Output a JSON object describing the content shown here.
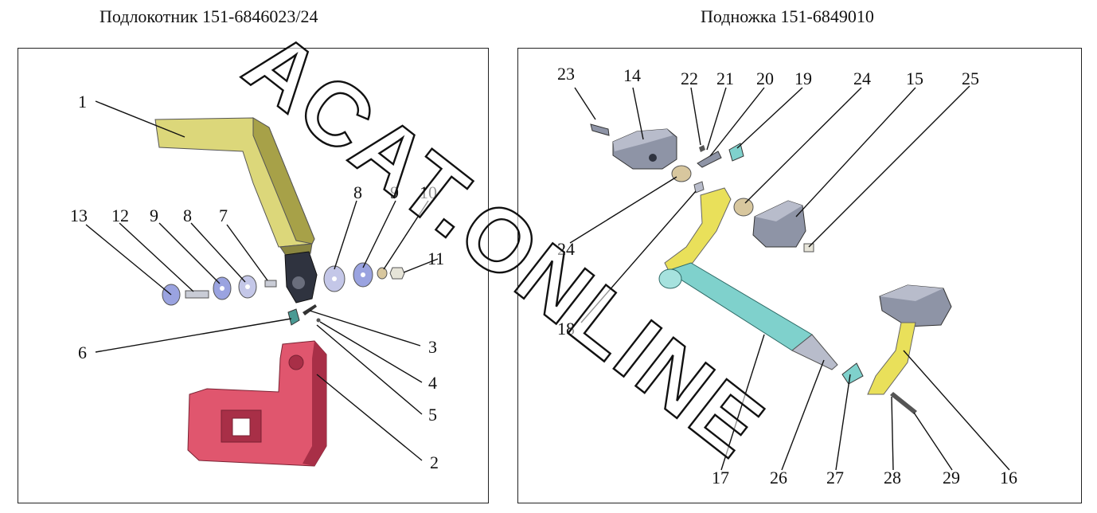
{
  "titles": {
    "left": "Подлокотник 151-6846023/24",
    "right": "Подножка 151-6849010"
  },
  "watermark": "ACAT.ONLINE",
  "colors": {
    "armrest": "#dcd77a",
    "armrest_dark": "#a7a148",
    "base": "#e0566e",
    "base_dark": "#a82f47",
    "washer_blue": "#9aa3e0",
    "washer_light": "#c4c7e8",
    "cylinder": "#7fd1cc",
    "bracket_grey": "#8e94a6",
    "bracket_yellow": "#e9e05a",
    "bronze": "#d8c79e",
    "dark": "#2f333f"
  },
  "left_labels": [
    {
      "id": "1",
      "text": "1"
    },
    {
      "id": "2",
      "text": "2"
    },
    {
      "id": "3",
      "text": "3"
    },
    {
      "id": "4",
      "text": "4"
    },
    {
      "id": "5",
      "text": "5"
    },
    {
      "id": "6",
      "text": "6"
    },
    {
      "id": "7",
      "text": "7"
    },
    {
      "id": "8a",
      "text": "8"
    },
    {
      "id": "8b",
      "text": "8"
    },
    {
      "id": "9a",
      "text": "9"
    },
    {
      "id": "9b",
      "text": "9"
    },
    {
      "id": "10",
      "text": "10"
    },
    {
      "id": "11",
      "text": "11"
    },
    {
      "id": "12",
      "text": "12"
    },
    {
      "id": "13",
      "text": "13"
    }
  ],
  "right_labels": [
    {
      "id": "14",
      "text": "14"
    },
    {
      "id": "15",
      "text": "15"
    },
    {
      "id": "16",
      "text": "16"
    },
    {
      "id": "17",
      "text": "17"
    },
    {
      "id": "18",
      "text": "18"
    },
    {
      "id": "19",
      "text": "19"
    },
    {
      "id": "20",
      "text": "20"
    },
    {
      "id": "21",
      "text": "21"
    },
    {
      "id": "22",
      "text": "22"
    },
    {
      "id": "23",
      "text": "23"
    },
    {
      "id": "24a",
      "text": "24"
    },
    {
      "id": "24b",
      "text": "24"
    },
    {
      "id": "25",
      "text": "25"
    },
    {
      "id": "26",
      "text": "26"
    },
    {
      "id": "27",
      "text": "27"
    },
    {
      "id": "28",
      "text": "28"
    },
    {
      "id": "29",
      "text": "29"
    }
  ]
}
